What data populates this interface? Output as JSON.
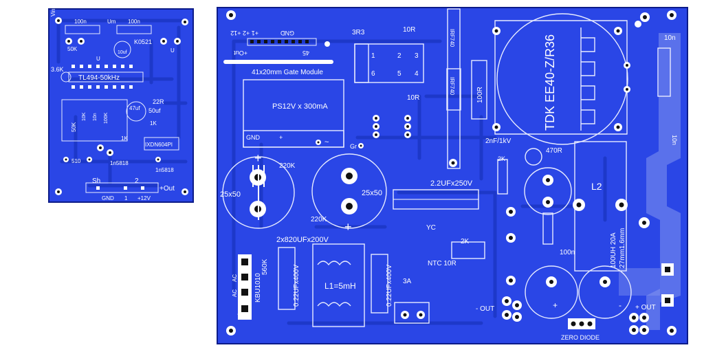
{
  "left_board": {
    "labels": {
      "vin": "Vin",
      "c_100n_a": "100n",
      "um": "Um",
      "c_100n_b": "100n",
      "r_50k": "50K",
      "c_10uf": "10uf",
      "d_k0521": "K0521",
      "u1": "U",
      "u2": "U",
      "r_3_6k": "3.6K",
      "ic_tl494": "TL494-50kHz",
      "r_22r": "22R",
      "c_47uf": "47uf",
      "c_50uf": "50uf",
      "r_1k_a": "1K",
      "r_1k_b": "1K",
      "r_50k_v": "50K",
      "r_10k_v": "10K",
      "r_100k_v": "100K",
      "c_10n_v": "10n",
      "ic_ixdn": "IXDN604PI",
      "r_510": "510",
      "d_1n5818_a": "1n5818",
      "d_1n5818_b": "1n5818",
      "sh": "Sh",
      "n2": "2",
      "out_plus": "+Out",
      "gnd": "GND",
      "n1": "1",
      "plus12v": "+12V"
    }
  },
  "right_board": {
    "labels": {
      "hdr_pins": "+1 +2 +12",
      "hdr_gnd": "GND",
      "hdr_pins2": "+Out",
      "hdr_45": "45",
      "gate_module": "41x20mm Gate Module",
      "r_3r3": "3R3",
      "r_10r_a": "10R",
      "r_10r_b": "10R",
      "t_1": "1",
      "t_2": "2",
      "t_3": "3",
      "t_4": "4",
      "t_5": "5",
      "t_6": "6",
      "q_irf740_a": "IRF740",
      "q_irf740_b": "IRF740",
      "r_100r": "100R",
      "transformer": "TDK EE40-Z/R36",
      "c_10n_a": "10n",
      "c_10n_b": "10n",
      "ps12v": "PS12V x 300mA",
      "ps_gnd": "GND",
      "ps_plus": "+",
      "ps_tilde": "~",
      "gr": "Gr",
      "c_2nf": "2nF/1kV",
      "r_470r": "470R",
      "r_2k_a": "2K",
      "r_220k_a": "220K",
      "r_220k_b": "220K",
      "cap_25x50_a": "25x50",
      "cap_25x50_b": "25x50",
      "c_2_2uf": "2.2UFx250V",
      "l2": "L2",
      "l2_spec1": "100UH 20A",
      "l2_spec2": "27mm1.6mm",
      "caps_820": "2x820UFx200V",
      "yc": "YC",
      "r_2k_b": "2K",
      "c_100n": "100n",
      "r_560k": "560K",
      "bridge": "KBU1010",
      "ac_a": "AC",
      "ac_b": "AC",
      "c_022_a": "0.22UFx400V",
      "l1": "L1=5mH",
      "c_022_b": "0.22UFx400V",
      "ntc": "NTC 10R",
      "fuse": "3A",
      "out_minus": "- OUT",
      "out_plus": "+ OUT",
      "zero_diode": "ZERO DIODE",
      "plus_a": "+",
      "plus_b": "+",
      "minus_a": "-",
      "plus_c": "+",
      "minus_b": "-"
    }
  }
}
